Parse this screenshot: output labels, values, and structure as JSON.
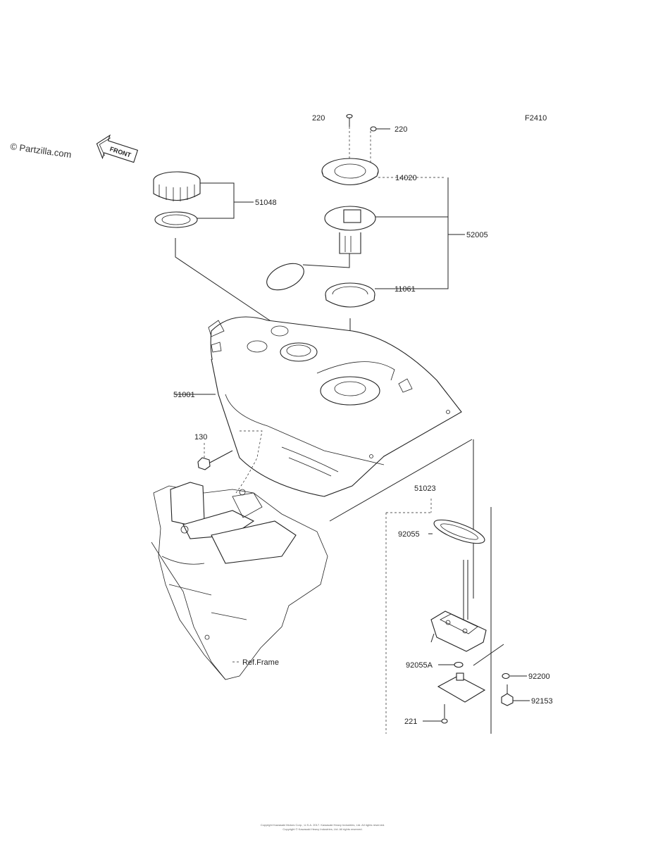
{
  "diagram_code": "F2410",
  "watermark": "© Partzilla.com",
  "front_label": "FRONT",
  "ref_frame_label": "Ref.Frame",
  "footer_lines": [
    "Copyright Kawasaki Motors Corp., U.S.A. 2017. Kawasaki Heavy Industries, Ltd. All rights reserved.",
    "Copyright © Kawasaki Heavy Industries, Ltd. All rights reserved."
  ],
  "parts": {
    "screw_220_a": "220",
    "screw_220_b": "220",
    "plate_14020": "14020",
    "cap_51048": "51048",
    "pump_assy_52005": "52005",
    "gasket_11061": "11061",
    "tank_51001": "51001",
    "bolt_130": "130",
    "cock_51023": "51023",
    "gasket_92055": "92055",
    "oring_92055a": "92055A",
    "washer_92200": "92200",
    "bolt_92153": "92153",
    "screw_221": "221"
  }
}
